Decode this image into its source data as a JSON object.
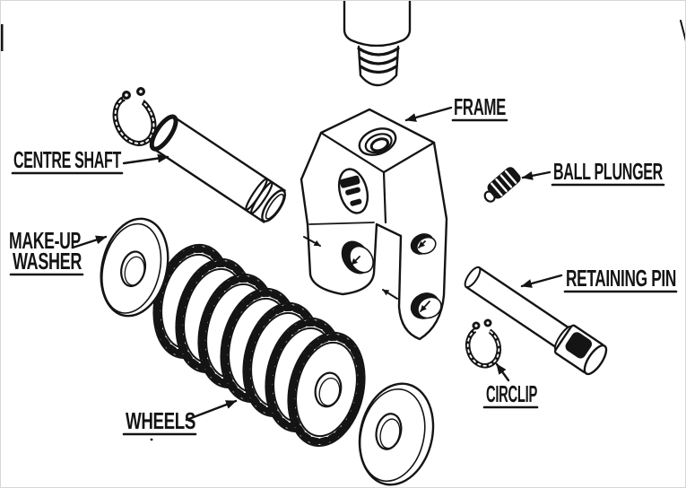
{
  "diagram": {
    "type": "exploded-parts-diagram",
    "wheel_count": 7,
    "colors": {
      "ink": "#141414",
      "paper": "#ffffff"
    },
    "labels": {
      "frame": "FRAME",
      "ball_plunger": "BALL PLUNGER",
      "centre_shaft": "CENTRE SHAFT",
      "make_up_washer": {
        "line1": "MAKE-UP",
        "line2": "WASHER"
      },
      "wheels": "WHEELS",
      "retaining_pin": "RETAINING PIN",
      "circlip": "CIRCLIP"
    }
  }
}
